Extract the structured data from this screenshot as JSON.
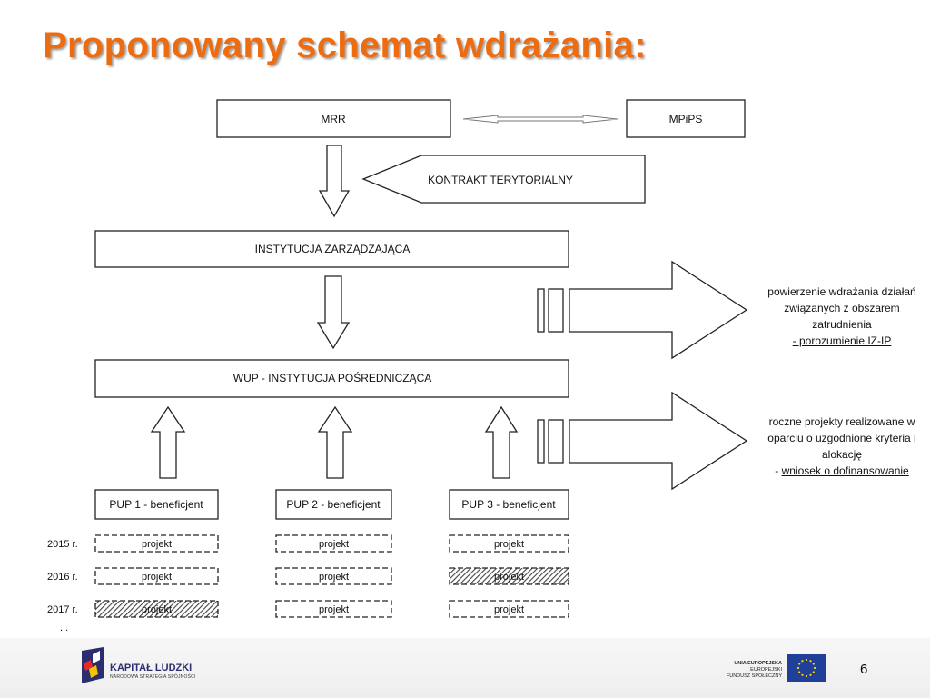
{
  "title": "Proponowany schemat wdrażania:",
  "boxes": {
    "mrr": "MRR",
    "mpips": "MPiPS",
    "kontrakt": "KONTRAKT TERYTORIALNY",
    "iz": "INSTYTUCJA ZARZĄDZAJĄCA",
    "wup": "WUP - INSTYTUCJA POŚREDNICZĄCA"
  },
  "beneficiaries": [
    "PUP 1 - beneficjent",
    "PUP 2 - beneficjent",
    "PUP 3 - beneficjent"
  ],
  "years": [
    "2015 r.",
    "2016 r.",
    "2017 r.",
    "..."
  ],
  "project_label": "projekt",
  "project_grid": [
    [
      false,
      false,
      false
    ],
    [
      false,
      false,
      true
    ],
    [
      true,
      false,
      false
    ]
  ],
  "notes": {
    "note1_lines": [
      "powierzenie wdrażania działań",
      "związanych z obszarem",
      "zatrudnienia"
    ],
    "note1_link": "- porozumienie IZ-IP",
    "note2_lines": [
      "roczne projekty realizowane w",
      "oparciu o uzgodnione kryteria i",
      "alokację"
    ],
    "note2_prefix": "- ",
    "note2_link": "wniosek o dofinansowanie"
  },
  "footer": {
    "kl_name": "KAPITAŁ LUDZKI",
    "kl_sub": "NARODOWA STRATEGIA SPÓJNOŚCI",
    "eu_line1": "UNIA EUROPEJSKA",
    "eu_line2": "EUROPEJSKI",
    "eu_line3": "FUNDUSZ SPOŁECZNY",
    "page": "6"
  },
  "colors": {
    "title": "#ee6c10",
    "line": "#222222",
    "kl_blue": "#2b2d6e",
    "eu_blue": "#1f3f99",
    "eu_star": "#ffdd00"
  }
}
